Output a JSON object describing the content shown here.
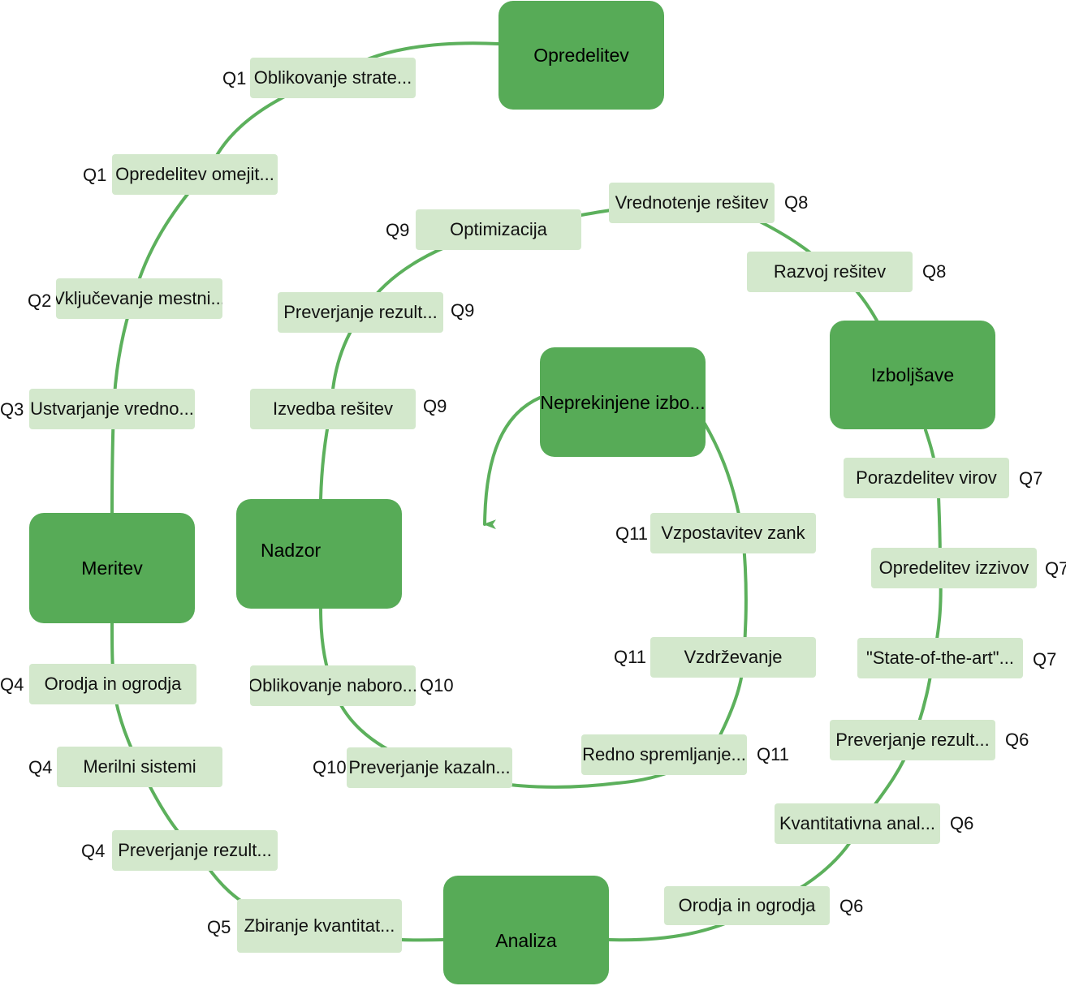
{
  "colors": {
    "phase": "#57ab57",
    "activity": "#d3e8cc",
    "connector": "#5cb05c"
  },
  "phases": {
    "opredelitev": "Opredelitev",
    "meritev": "Meritev",
    "analiza": "Analiza",
    "izboljsave": "Izboljšave",
    "nadzor": "Nadzor",
    "neprekinjene": "Neprekinjene izbo..."
  },
  "activities": {
    "a1": {
      "label": "Oblikovanje strate...",
      "q": "Q1"
    },
    "a2": {
      "label": "Opredelitev omejit...",
      "q": "Q1"
    },
    "a3": {
      "label": "Vključevanje mestni...",
      "q": "Q2"
    },
    "a4": {
      "label": "Ustvarjanje vredno...",
      "q": "Q3"
    },
    "a5": {
      "label": "Orodja in ogrodja",
      "q": "Q4"
    },
    "a6": {
      "label": "Merilni sistemi",
      "q": "Q4"
    },
    "a7": {
      "label": "Preverjanje rezult...",
      "q": "Q4"
    },
    "a8": {
      "label": "Zbiranje kvantitat...",
      "q": "Q5"
    },
    "a9": {
      "label": "Orodja in ogrodja",
      "q": "Q6"
    },
    "a10": {
      "label": "Kvantitativna anal...",
      "q": "Q6"
    },
    "a11": {
      "label": "Preverjanje rezult...",
      "q": "Q6"
    },
    "a12": {
      "label": "\"State-of-the-art\"...",
      "q": "Q7"
    },
    "a13": {
      "label": "Opredelitev izzivov",
      "q": "Q7"
    },
    "a14": {
      "label": "Porazdelitev virov",
      "q": "Q7"
    },
    "a15": {
      "label": "Razvoj rešitev",
      "q": "Q8"
    },
    "a16": {
      "label": "Vrednotenje rešitev",
      "q": "Q8"
    },
    "a17": {
      "label": "Optimizacija",
      "q": "Q9"
    },
    "a18": {
      "label": "Preverjanje rezult...",
      "q": "Q9"
    },
    "a19": {
      "label": "Izvedba rešitev",
      "q": "Q9"
    },
    "a20": {
      "label": "Oblikovanje naboro...",
      "q": "Q10"
    },
    "a21": {
      "label": "Preverjanje kazaln...",
      "q": "Q10"
    },
    "a22": {
      "label": "Redno spremljanje...",
      "q": "Q11"
    },
    "a23": {
      "label": "Vzdrževanje",
      "q": "Q11"
    },
    "a24": {
      "label": "Vzpostavitev zank",
      "q": "Q11"
    }
  }
}
